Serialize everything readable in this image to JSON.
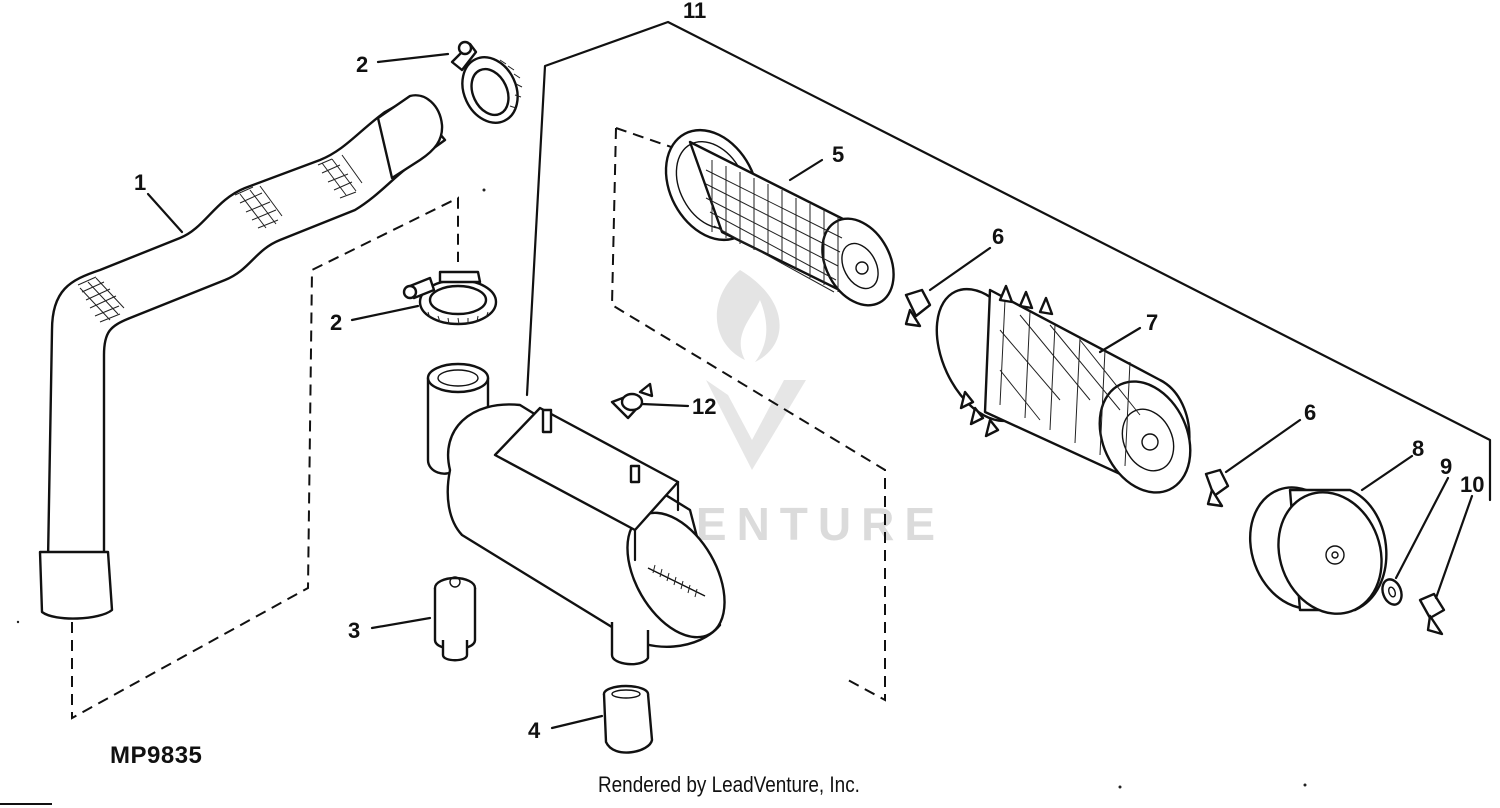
{
  "diagram": {
    "code": "MP9835",
    "credit": "Rendered by LeadVenture, Inc.",
    "watermark": "LEADVENTURE",
    "callouts": [
      "1",
      "2",
      "2",
      "3",
      "4",
      "5",
      "6",
      "6",
      "7",
      "8",
      "9",
      "10",
      "11",
      "12"
    ]
  }
}
